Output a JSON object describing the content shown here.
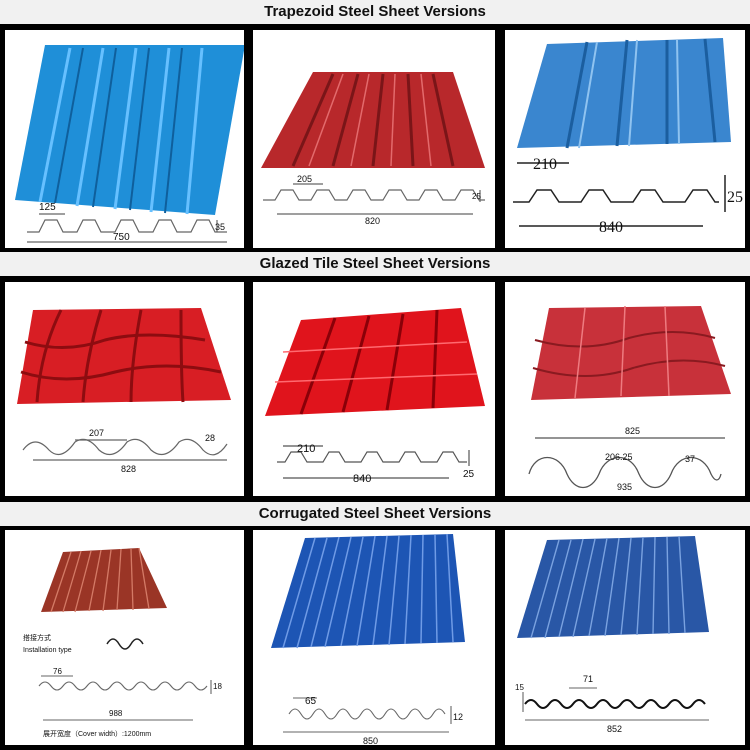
{
  "sections": [
    {
      "title": "Trapezoid Steel Sheet Versions",
      "panels": [
        {
          "color": "#1f8fd8",
          "dims": [
            "125",
            "35",
            "750"
          ]
        },
        {
          "color": "#b8282b",
          "dims": [
            "205",
            "25",
            "820"
          ]
        },
        {
          "color": "#3a86cf",
          "dims": [
            "210",
            "25",
            "840"
          ]
        }
      ]
    },
    {
      "title": "Glazed Tile Steel Sheet Versions",
      "panels": [
        {
          "color": "#d81e24",
          "dims": [
            "207",
            "28",
            "828"
          ]
        },
        {
          "color": "#e0141c",
          "dims": [
            "210",
            "25",
            "840"
          ]
        },
        {
          "color": "#c8313a",
          "dims": [
            "825",
            "206.25",
            "37",
            "935"
          ]
        }
      ]
    },
    {
      "title": "Corrugated Steel Sheet Versions",
      "panels": [
        {
          "color": "#9a3526",
          "dims": [
            "76",
            "18",
            "988"
          ],
          "install_cn": "搭接方式",
          "install_en": "Installation type",
          "cover_width": "展开宽度（Cover width）:1200mm"
        },
        {
          "color": "#1d55b4",
          "dims": [
            "65",
            "12",
            "850"
          ]
        },
        {
          "color": "#2957a6",
          "dims": [
            "15",
            "71",
            "852"
          ]
        }
      ]
    }
  ]
}
